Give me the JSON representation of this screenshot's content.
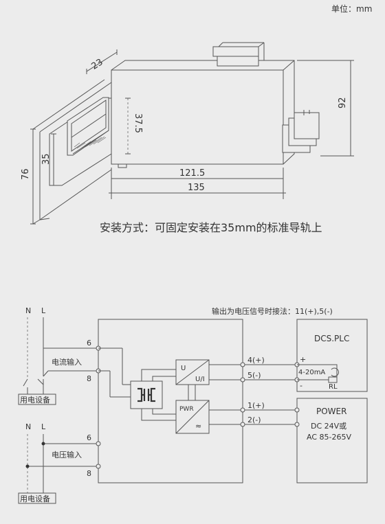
{
  "unit_label": "单位：mm",
  "dimensions": {
    "depth": "23",
    "rail_slot": "37.5",
    "rail_height_inner": "35",
    "rail_height_outer": "76",
    "height": "92",
    "length_inner": "121.5",
    "length_outer": "135"
  },
  "mounting_text": "安装方式：可固定安装在35mm的标准导轨上",
  "wiring": {
    "output_note": "输出为电压信号时接法：11(+),5(-)",
    "top": {
      "n": "N",
      "l": "L",
      "input_label": "电流输入",
      "pin_a": "6",
      "pin_b": "8",
      "equipment": "用电设备"
    },
    "bottom": {
      "n": "N",
      "l": "L",
      "input_label": "电压输入",
      "pin_a": "6",
      "pin_b": "8",
      "equipment": "用电设备"
    },
    "module": {
      "u_label": "U",
      "ui_label": "U/I",
      "pwr_label": "PWR",
      "wave": "≈"
    },
    "pins": {
      "p4": "4(+)",
      "p5": "5(-)",
      "p1": "1(+)",
      "p2": "2(-)"
    },
    "dcs": {
      "title": "DCS.PLC",
      "plus": "+",
      "minus": "-",
      "range": "4-20mA",
      "rl": "RL"
    },
    "power": {
      "title": "POWER",
      "line1": "DC 24V或",
      "line2": "AC 85-265V"
    }
  }
}
